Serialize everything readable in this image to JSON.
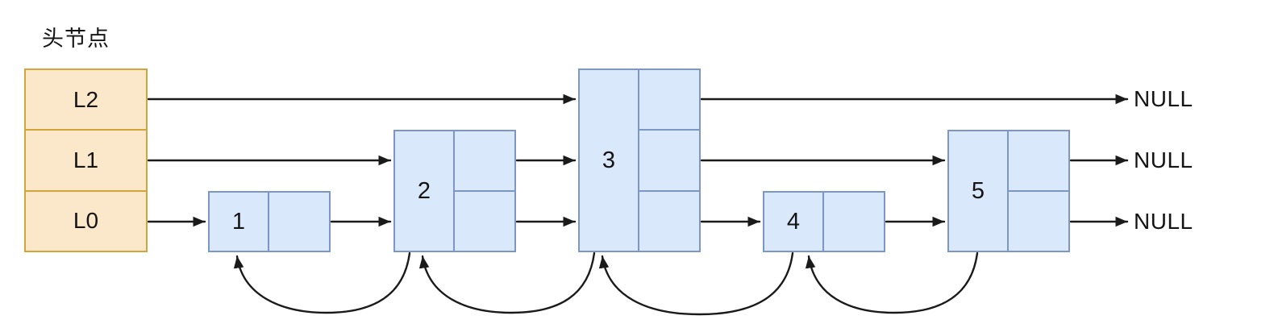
{
  "diagram": {
    "type": "skip-list",
    "head": {
      "label": "头节点",
      "levels": [
        "L2",
        "L1",
        "L0"
      ]
    },
    "nodes": [
      {
        "value": "1",
        "levels": 1
      },
      {
        "value": "2",
        "levels": 2
      },
      {
        "value": "3",
        "levels": 3
      },
      {
        "value": "4",
        "levels": 1
      },
      {
        "value": "5",
        "levels": 2
      }
    ],
    "terminals": [
      "NULL",
      "NULL",
      "NULL"
    ],
    "forward_links": {
      "L2": [
        "head→3",
        "3→NULL"
      ],
      "L1": [
        "head→2",
        "2→3",
        "3→5",
        "5→NULL"
      ],
      "L0": [
        "head→1",
        "1→2",
        "2→3",
        "3→4",
        "4→5",
        "5→NULL"
      ]
    },
    "backward_links": [
      "2→1",
      "3→2",
      "4→3",
      "5→4"
    ],
    "colors": {
      "head_fill": "#fbe7ca",
      "head_border": "#d2a53c",
      "node_fill": "#dae8fc",
      "node_border": "#7c96c5",
      "line_color": "#1a1a1a",
      "text_color": "#141414"
    }
  }
}
